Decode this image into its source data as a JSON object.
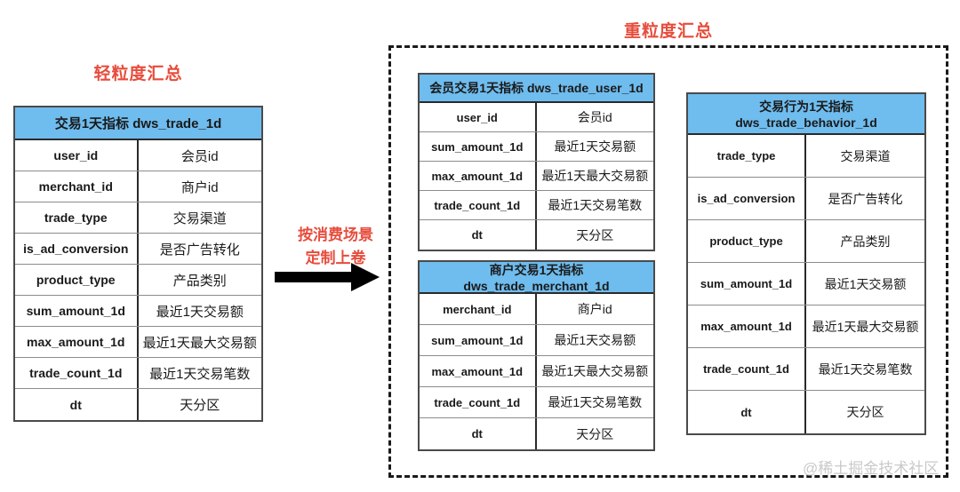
{
  "left_section": {
    "title": "轻粒度汇总",
    "table": {
      "header": "交易1天指标 dws_trade_1d",
      "rows": [
        {
          "field": "user_id",
          "desc": "会员id"
        },
        {
          "field": "merchant_id",
          "desc": "商户id"
        },
        {
          "field": "trade_type",
          "desc": "交易渠道"
        },
        {
          "field": "is_ad_conversion",
          "desc": "是否广告转化"
        },
        {
          "field": "product_type",
          "desc": "产品类别"
        },
        {
          "field": "sum_amount_1d",
          "desc": "最近1天交易额"
        },
        {
          "field": "max_amount_1d",
          "desc": "最近1天最大交易额"
        },
        {
          "field": "trade_count_1d",
          "desc": "最近1天交易笔数"
        },
        {
          "field": "dt",
          "desc": "天分区"
        }
      ]
    }
  },
  "arrow": {
    "label_line1": "按消费场景",
    "label_line2": "定制上卷"
  },
  "right_section": {
    "title": "重粒度汇总",
    "tables": {
      "user": {
        "header": "会员交易1天指标 dws_trade_user_1d",
        "rows": [
          {
            "field": "user_id",
            "desc": "会员id"
          },
          {
            "field": "sum_amount_1d",
            "desc": "最近1天交易额"
          },
          {
            "field": "max_amount_1d",
            "desc": "最近1天最大交易额"
          },
          {
            "field": "trade_count_1d",
            "desc": "最近1天交易笔数"
          },
          {
            "field": "dt",
            "desc": "天分区"
          }
        ]
      },
      "merchant": {
        "header": "商户交易1天指标 dws_trade_merchant_1d",
        "rows": [
          {
            "field": "merchant_id",
            "desc": "商户id"
          },
          {
            "field": "sum_amount_1d",
            "desc": "最近1天交易额"
          },
          {
            "field": "max_amount_1d",
            "desc": "最近1天最大交易额"
          },
          {
            "field": "trade_count_1d",
            "desc": "最近1天交易笔数"
          },
          {
            "field": "dt",
            "desc": "天分区"
          }
        ]
      },
      "behavior": {
        "header": "交易行为1天指标 dws_trade_behavior_1d",
        "rows": [
          {
            "field": "trade_type",
            "desc": "交易渠道"
          },
          {
            "field": "is_ad_conversion",
            "desc": "是否广告转化"
          },
          {
            "field": "product_type",
            "desc": "产品类别"
          },
          {
            "field": "sum_amount_1d",
            "desc": "最近1天交易额"
          },
          {
            "field": "max_amount_1d",
            "desc": "最近1天最大交易额"
          },
          {
            "field": "trade_count_1d",
            "desc": "最近1天交易笔数"
          },
          {
            "field": "dt",
            "desc": "天分区"
          }
        ]
      }
    }
  },
  "watermark": "@稀土掘金技术社区",
  "colors": {
    "header_blue": "#6fbcee",
    "accent_red": "#e74c3c",
    "border_dark": "#4a4a4a",
    "divider_black": "#2a2a2a",
    "watermark_gray": "#c9c9c9"
  }
}
